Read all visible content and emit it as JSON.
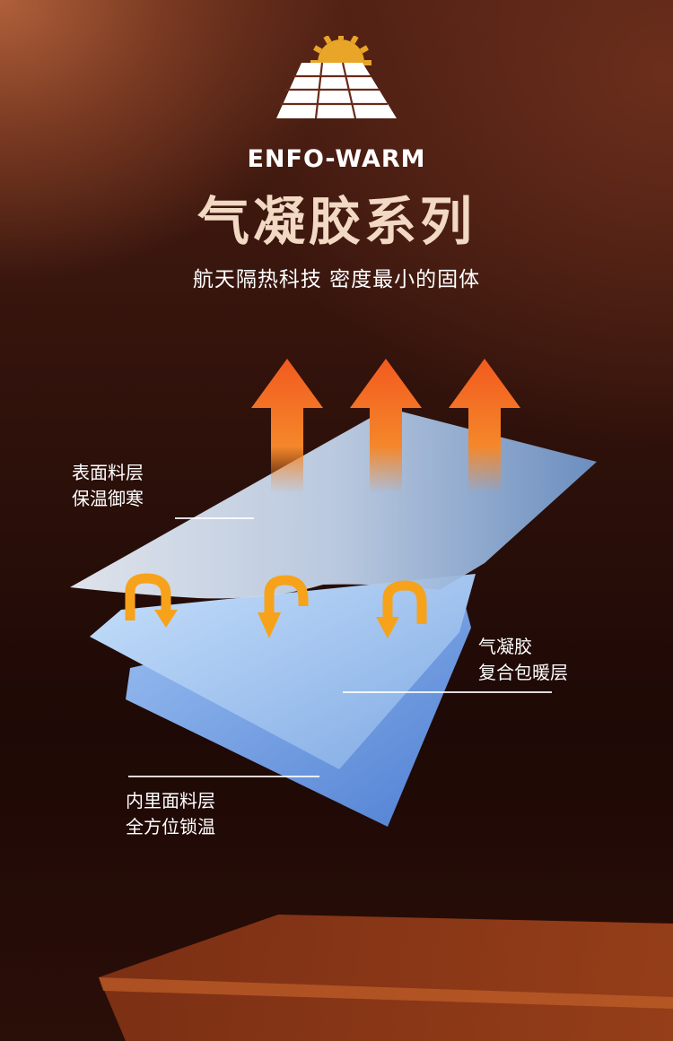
{
  "brand": "ENFO-WARM",
  "title": "气凝胶系列",
  "subtitle": "航天隔热科技 密度最小的固体",
  "layers": [
    {
      "line1": "表面料层",
      "line2": "保温御寒"
    },
    {
      "line1": "气凝胶",
      "line2": "复合包暖层"
    },
    {
      "line1": "内里面料层",
      "line2": "全方位锁温"
    }
  ],
  "icons": {
    "logo": "sun-solar-panel-icon",
    "heat_up": "arrow-up-icon",
    "heat_return": "u-turn-arrow-icon"
  },
  "colors": {
    "title": "#f1d9c3",
    "arrow_orange": "#f0641e",
    "return_arrow": "#f7a21b",
    "layer_blue": "#a8cdf5"
  }
}
